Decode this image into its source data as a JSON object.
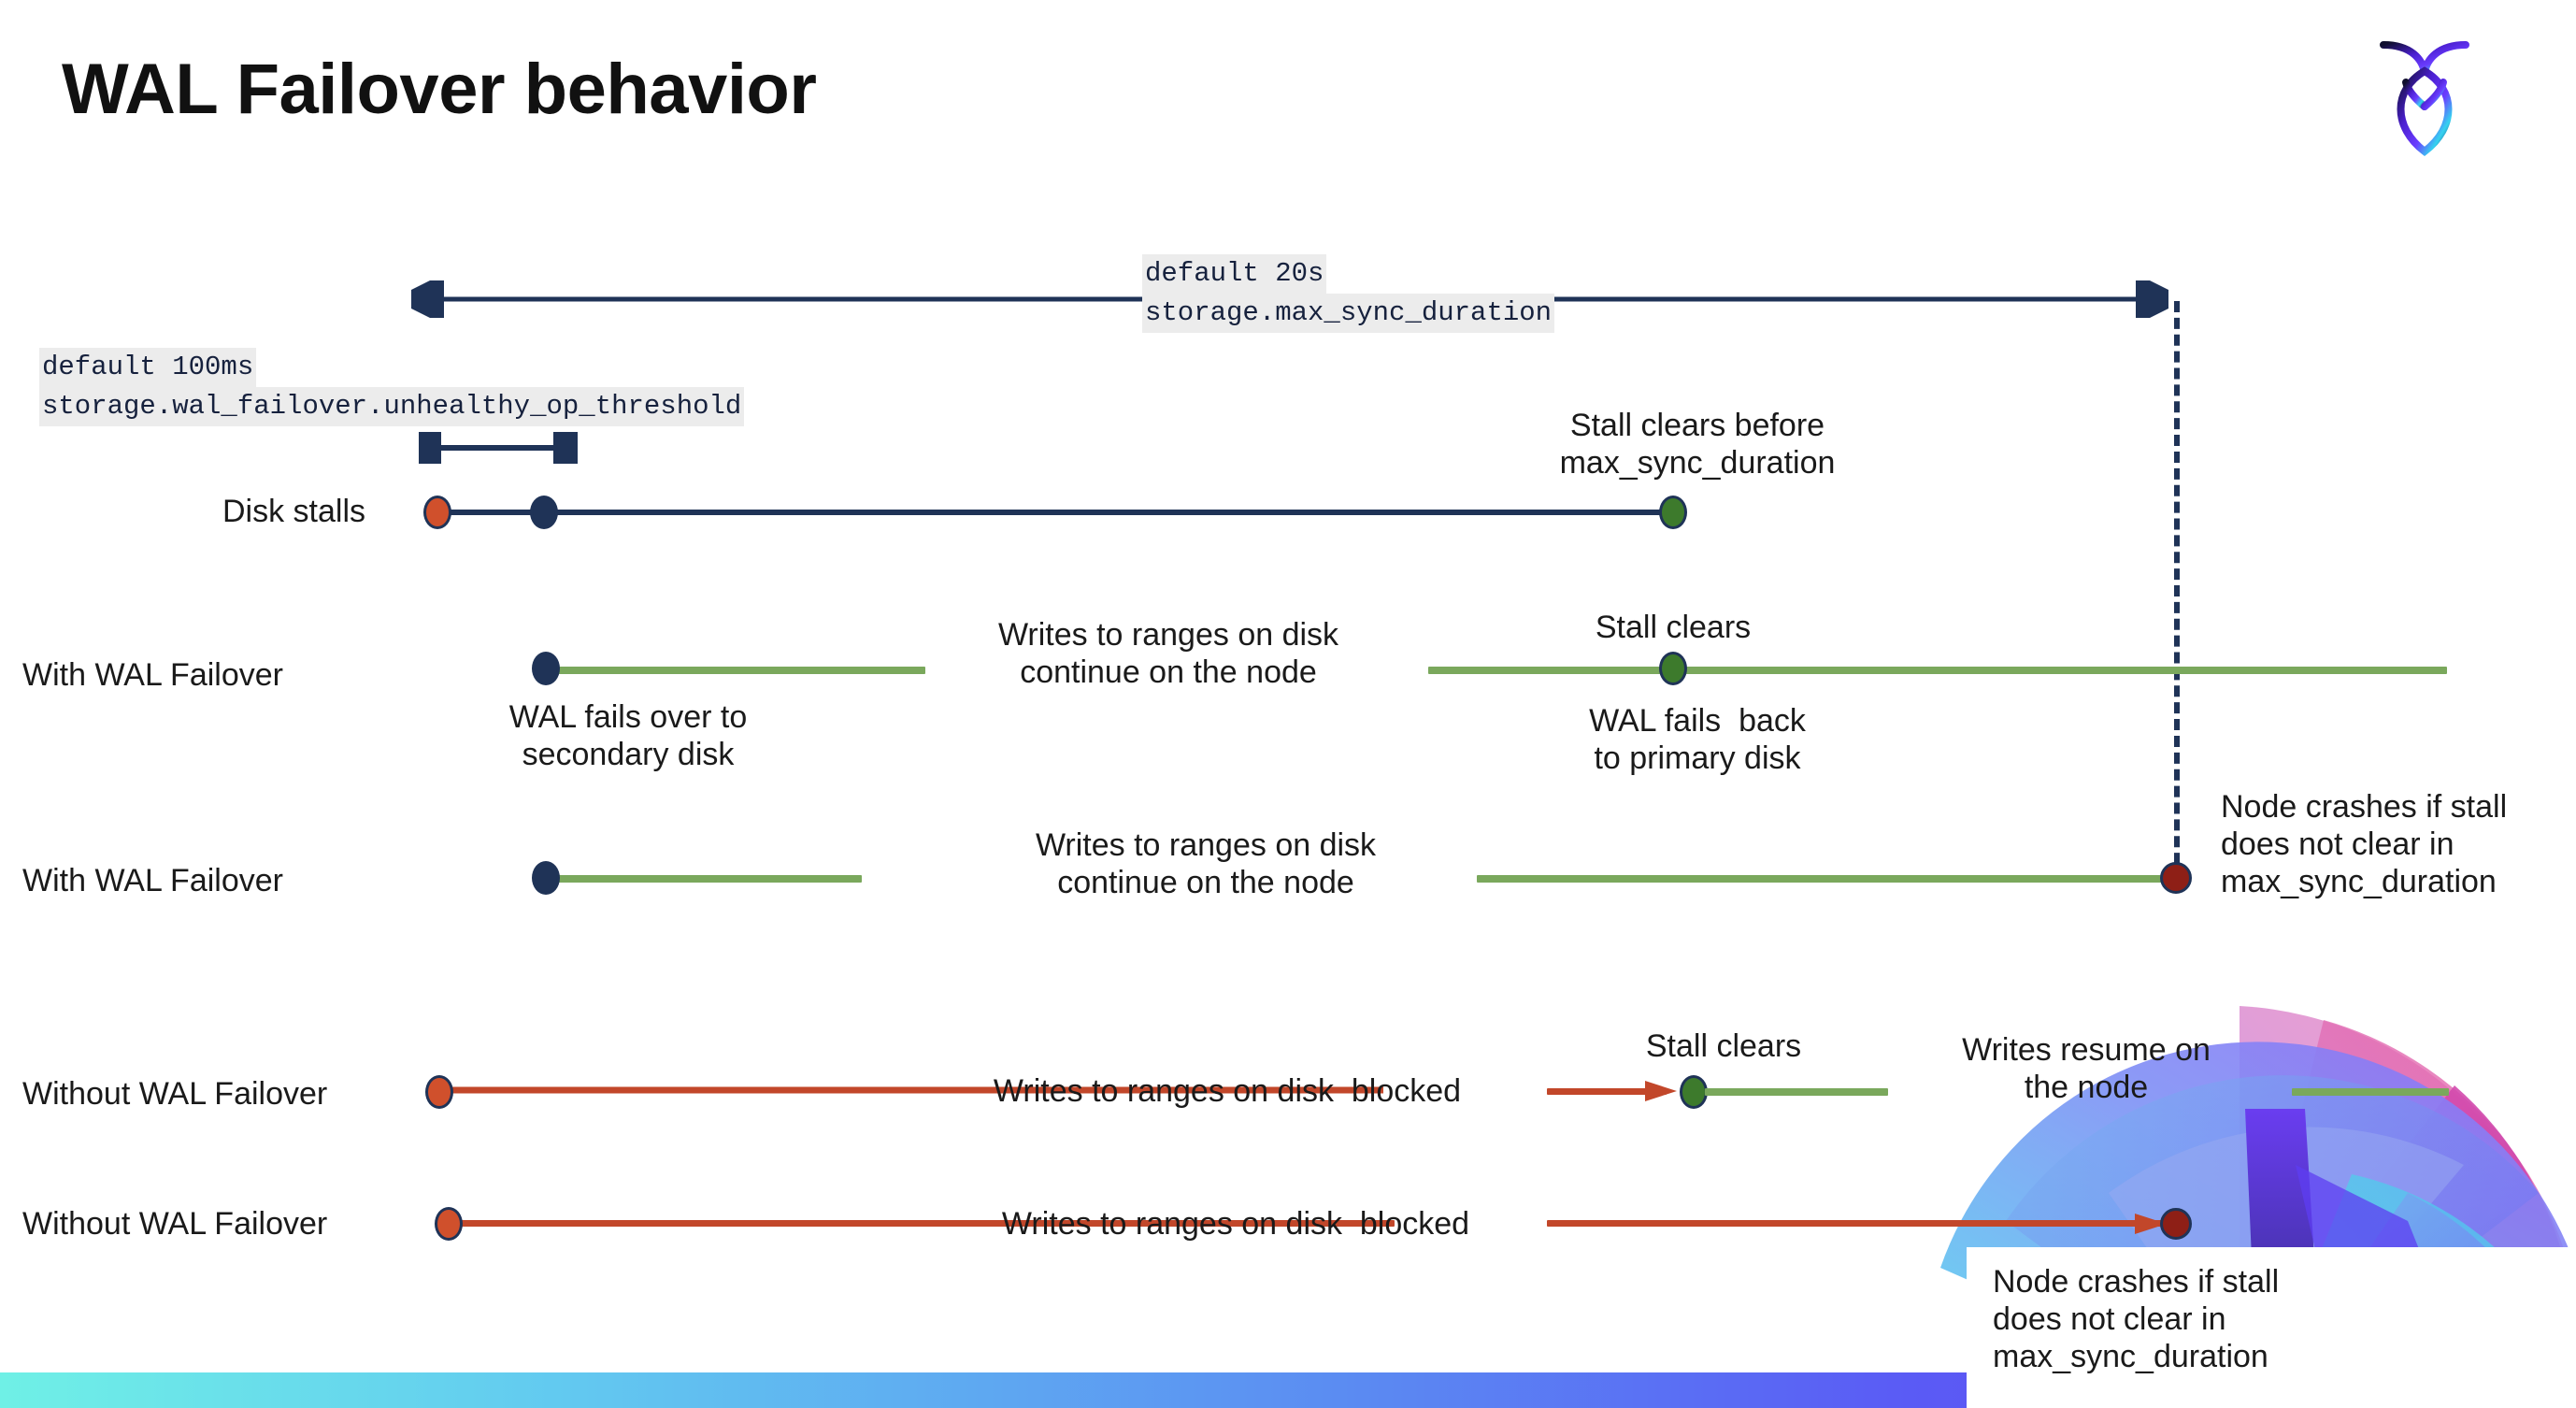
{
  "slide": {
    "title": "WAL Failover behavior",
    "logo_name": "cockroachdb-logo"
  },
  "annotations": {
    "max_sync": {
      "line1": "default 20s",
      "line2": "storage.max_sync_duration"
    },
    "unhealthy": {
      "line1": "default 100ms",
      "line2": "storage.wal_failover.unhealthy_op_threshold"
    }
  },
  "rows": [
    {
      "name": "Disk stalls",
      "label": "Disk stalls",
      "note": "Stall clears before\nmax_sync_duration"
    },
    {
      "name": "with-wal-failover-1",
      "label": "With WAL Failover",
      "note_below_start": "WAL fails over to\nsecondary disk",
      "note_mid": "Writes to ranges on disk\ncontinue on the node",
      "note_clear": "Stall clears",
      "note_below_clear": "WAL fails  back\nto primary disk"
    },
    {
      "name": "with-wal-failover-2",
      "label": "With WAL Failover",
      "note_mid": "Writes to ranges on disk\ncontinue on the node",
      "note_crash": "Node crashes if stall\ndoes not clear in\nmax_sync_duration"
    },
    {
      "name": "without-wal-failover-1",
      "label": "Without WAL Failover",
      "note_mid": "Writes to ranges on disk  blocked",
      "note_clear": "Stall clears",
      "note_resume": "Writes resume on\nthe node"
    },
    {
      "name": "without-wal-failover-2",
      "label": "Without WAL Failover",
      "note_mid": "Writes to ranges on disk  blocked",
      "note_crash": "Node crashes if stall\ndoes not clear in\nmax_sync_duration"
    }
  ],
  "colors": {
    "navy": "#1f3357",
    "green_line": "#7aa85c",
    "green_dot": "#3d7a2c",
    "orange_dot": "#d0502c",
    "red_line": "#c2472a",
    "dark_red_dot": "#8e1f16",
    "code_chip_bg": "#ececec",
    "bottom_bar_gradient_start": "#6ff0e6",
    "bottom_bar_gradient_end": "#6a45f0"
  }
}
